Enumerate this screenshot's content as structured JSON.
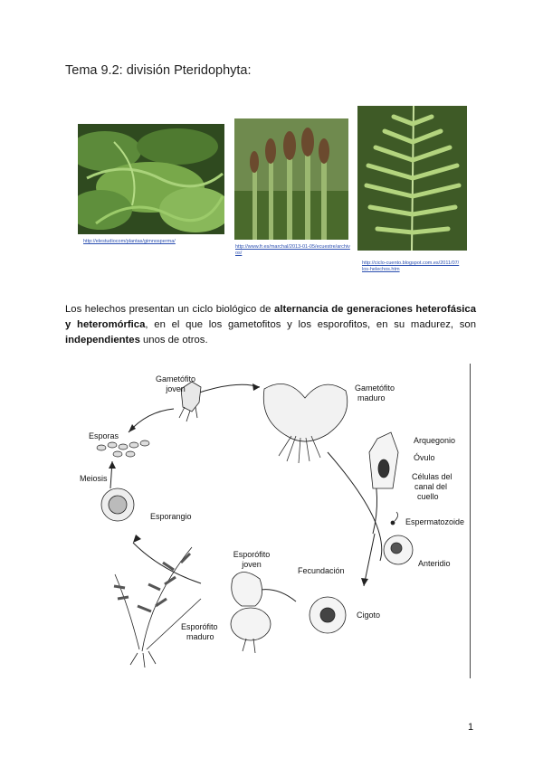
{
  "heading": "Tema 9.2: división Pteridophyta:",
  "photos": [
    {
      "caption": "http://elestudiocom/plantas/gimnosperma/"
    },
    {
      "caption": "http://www.fr.es/marchal/2013-01-05/ecuestre/archivos/"
    },
    {
      "caption": "http://ciclo-cuento.blogspot.com.es/2011/07/los-helechos.htm"
    }
  ],
  "paragraph": {
    "part1": "Los helechos presentan un ciclo biológico de ",
    "bold1": "alternancia de generaciones heterofásica y heteromórfica",
    "part2": ", en el que los gametofitos y los esporofitos, en su madurez, son ",
    "bold2": "independientes",
    "part3": " unos de otros."
  },
  "diagram_labels": {
    "gametofito_joven_1": "Gametófito",
    "gametofito_joven_2": "joven",
    "gametofito_maduro_1": "Gametófito",
    "gametofito_maduro_2": "maduro",
    "esporas": "Esporas",
    "arquegonio": "Arquegonio",
    "ovulo": "Óvulo",
    "celulas_1": "Células del",
    "celulas_2": "canal del",
    "celulas_3": "cuello",
    "meiosis": "Meiosis",
    "esporangio": "Esporangio",
    "espermatozoide": "Espermatozoide",
    "anteridio": "Anteridio",
    "esporofito_joven_1": "Esporófito",
    "esporofito_joven_2": "joven",
    "fecundacion": "Fecundación",
    "cigoto": "Cigoto",
    "esporofito_maduro_1": "Esporófito",
    "esporofito_maduro_2": "maduro"
  },
  "page_number": "1"
}
